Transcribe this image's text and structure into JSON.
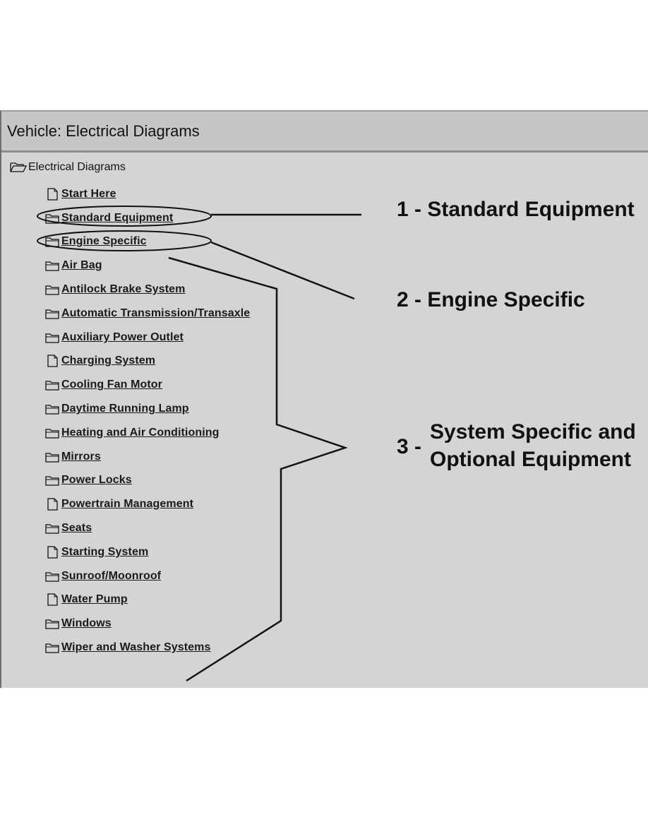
{
  "window": {
    "title": "Vehicle:  Electrical Diagrams"
  },
  "tree": {
    "root_label": "Electrical Diagrams",
    "root_icon": "folder-open-icon",
    "items": [
      {
        "label": "Start Here",
        "icon": "document-icon"
      },
      {
        "label": "Standard Equipment",
        "icon": "folder-icon"
      },
      {
        "label": "Engine Specific",
        "icon": "folder-icon"
      },
      {
        "label": "Air Bag",
        "icon": "folder-icon"
      },
      {
        "label": "Antilock Brake System",
        "icon": "folder-icon"
      },
      {
        "label": "Automatic Transmission/Transaxle",
        "icon": "folder-icon"
      },
      {
        "label": "Auxiliary Power Outlet",
        "icon": "folder-icon"
      },
      {
        "label": "Charging System",
        "icon": "document-icon"
      },
      {
        "label": "Cooling Fan Motor",
        "icon": "folder-icon"
      },
      {
        "label": "Daytime Running Lamp",
        "icon": "folder-icon"
      },
      {
        "label": "Heating and Air Conditioning",
        "icon": "folder-icon"
      },
      {
        "label": "Mirrors",
        "icon": "folder-icon"
      },
      {
        "label": "Power Locks",
        "icon": "folder-icon"
      },
      {
        "label": "Powertrain Management",
        "icon": "document-icon"
      },
      {
        "label": "Seats",
        "icon": "folder-icon"
      },
      {
        "label": "Starting System",
        "icon": "document-icon"
      },
      {
        "label": "Sunroof/Moonroof",
        "icon": "folder-icon"
      },
      {
        "label": "Water Pump",
        "icon": "document-icon"
      },
      {
        "label": "Windows",
        "icon": "folder-icon"
      },
      {
        "label": "Wiper and Washer Systems",
        "icon": "folder-icon"
      }
    ]
  },
  "callouts": {
    "c1": "1 - Standard Equipment",
    "c2": "2 - Engine Specific",
    "c3_number": "3 -",
    "c3_line1": "System Specific and",
    "c3_line2": "Optional Equipment"
  },
  "colors": {
    "window_bg": "#d4d4d4",
    "titlebar_bg": "#c6c6c6",
    "text": "#111111"
  }
}
